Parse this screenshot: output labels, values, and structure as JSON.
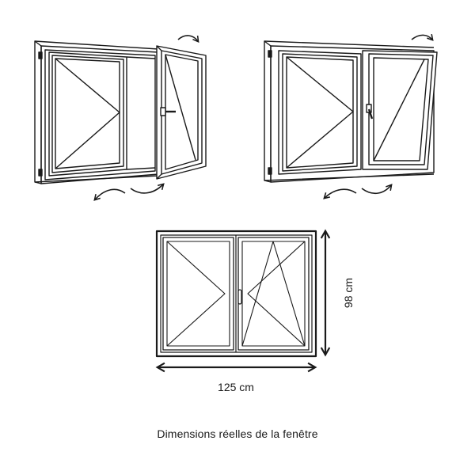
{
  "dimensions": {
    "width_label": "125 cm",
    "height_label": "98 cm"
  },
  "caption": "Dimensions réelles de la fenêtre",
  "colors": {
    "line": "#1a1a1a",
    "background": "#ffffff"
  },
  "icons": [
    "rotation-arrow-icon",
    "double-arrow-icon",
    "window-handle-icon"
  ]
}
